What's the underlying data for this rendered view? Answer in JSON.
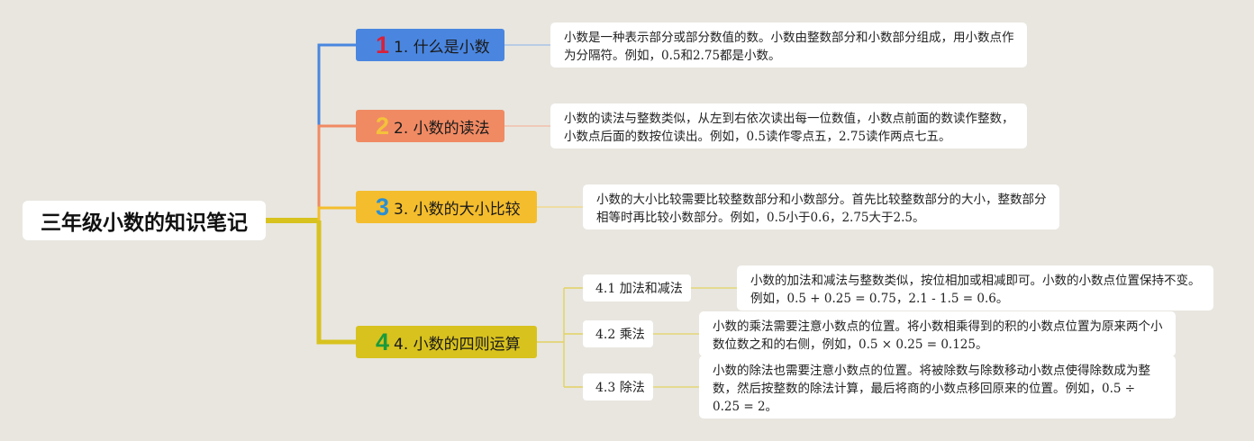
{
  "root": {
    "title": "三年级小数的知识笔记"
  },
  "topics": [
    {
      "number": "1",
      "label": "1. 什么是小数",
      "color": "#4a86e0",
      "number_color": "#d8213a",
      "note": "小数是一种表示部分或部分数值的数。小数由整数部分和小数部分组成，用小数点作为分隔符。例如，0.5和2.75都是小数。"
    },
    {
      "number": "2",
      "label": "2. 小数的读法",
      "color": "#f08a63",
      "number_color": "#f4c23a",
      "note": "小数的读法与整数类似，从左到右依次读出每一位数值，小数点前面的数读作整数，小数点后面的数按位读出。例如，0.5读作零点五，2.75读作两点七五。"
    },
    {
      "number": "3",
      "label": "3. 小数的大小比较",
      "color": "#f4bd2d",
      "number_color": "#2b8fd4",
      "note": "小数的大小比较需要比较整数部分和小数部分。首先比较整数部分的大小，整数部分相等时再比较小数部分。例如，0.5小于0.6，2.75大于2.5。"
    },
    {
      "number": "4",
      "label": "4. 小数的四则运算",
      "color": "#d8c21e",
      "number_color": "#1a9a3c",
      "note": "",
      "subtopics": [
        {
          "label": "4.1 加法和减法",
          "note": "小数的加法和减法与整数类似，按位相加或相减即可。小数的小数点位置保持不变。例如，0.5 + 0.25 = 0.75，2.1 - 1.5 = 0.6。"
        },
        {
          "label": "4.2 乘法",
          "note": "小数的乘法需要注意小数点的位置。将小数相乘得到的积的小数点位置为原来两个小数位数之和的右侧，例如，0.5 × 0.25 = 0.125。"
        },
        {
          "label": "4.3 除法",
          "note": "小数的除法也需要注意小数点的位置。将被除数与除数移动小数点使得除数成为整数，然后按整数的除法计算，最后将商的小数点移回原来的位置。例如，0.5 ÷ 0.25 = 2。"
        }
      ]
    }
  ],
  "colors": {
    "background": "#e8e6df",
    "root_line": "#d8c21e"
  }
}
